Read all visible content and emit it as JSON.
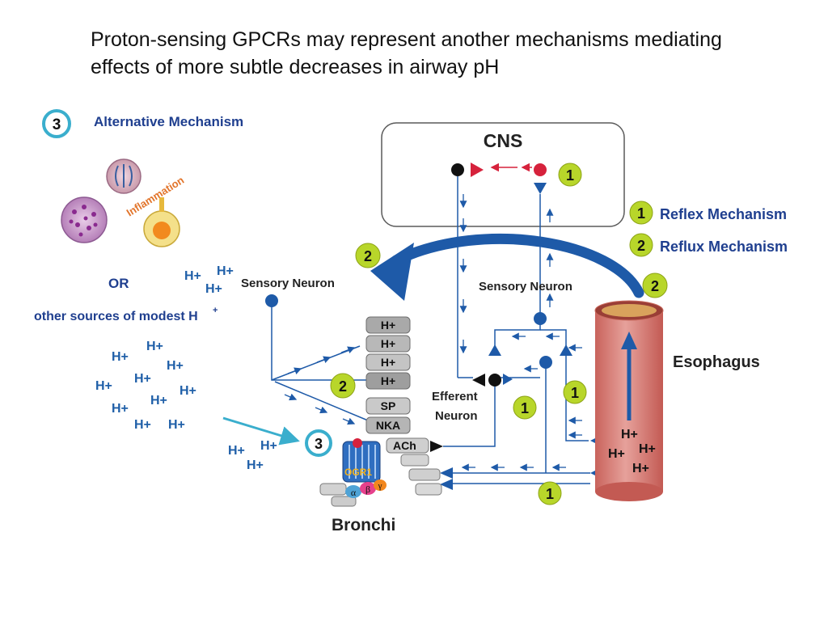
{
  "slide": {
    "title": "Proton-sensing GPCRs may represent another mechanisms mediating effects of more subtle decreases in airway pH"
  },
  "legend": {
    "alt_number": "3",
    "alt_label": "Alternative Mechanism",
    "reflex_number": "1",
    "reflex_label": "Reflex Mechanism",
    "reflux_number": "2",
    "reflux_label": "Reflux Mechanism"
  },
  "left": {
    "inflammation": "Inflammation",
    "or": "OR",
    "other_sources": "other sources of modest H",
    "hplus": "H+"
  },
  "labels": {
    "cns": "CNS",
    "sensory_left": "Sensory Neuron",
    "sensory_right": "Sensory Neuron",
    "efferent_1": "Efferent",
    "efferent_2": "Neuron",
    "esophagus": "Esophagus",
    "bronchi": "Bronchi",
    "ogr1": "OGR1",
    "ach": "ACh"
  },
  "stack": [
    "H+",
    "H+",
    "H+",
    "H+",
    "SP",
    "NKA"
  ],
  "badges": {
    "one": "1",
    "two": "2",
    "three": "3"
  },
  "subunits": [
    "α",
    "β",
    "γ"
  ],
  "colors": {
    "navy": "#1f3f8f",
    "arrow_blue": "#1e5aa8",
    "badge_green": "#b8d62a",
    "esophagus": "#d9827c",
    "cyan": "#3aaecd",
    "red": "#d6223c"
  }
}
